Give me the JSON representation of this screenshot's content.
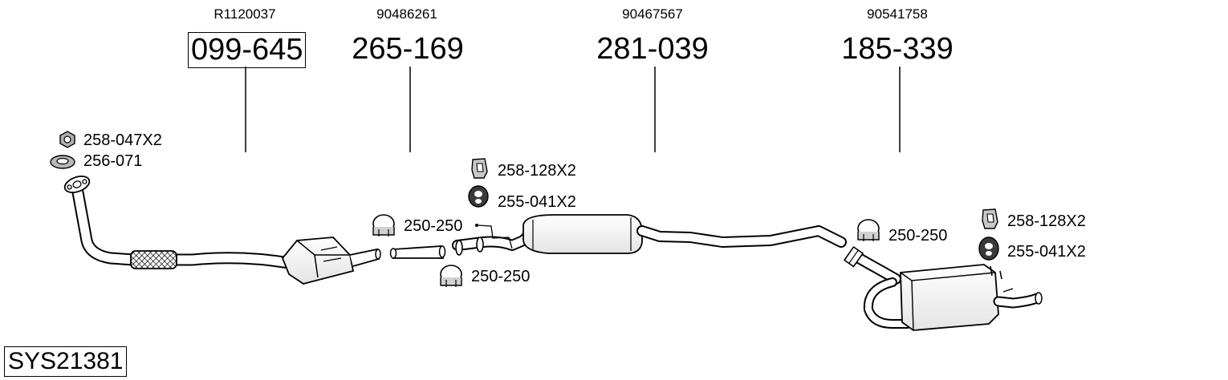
{
  "system_code": "SYS21381",
  "parts": [
    {
      "oem": "R1120037",
      "number": "099-645",
      "boxed": true
    },
    {
      "oem": "90486261",
      "number": "265-169",
      "boxed": false
    },
    {
      "oem": "90467567",
      "number": "281-039",
      "boxed": false
    },
    {
      "oem": "90541758",
      "number": "185-339",
      "boxed": false
    }
  ],
  "accessories": [
    {
      "label": "258-047X2",
      "icon": "nut-icon"
    },
    {
      "label": "256-071",
      "icon": "gasket-ring-icon"
    },
    {
      "label": "258-128X2",
      "icon": "bracket-icon"
    },
    {
      "label": "255-041X2",
      "icon": "rubber-hanger-icon"
    },
    {
      "label": "250-250",
      "icon": "clamp-icon"
    },
    {
      "label": "250-250",
      "icon": "clamp-icon"
    },
    {
      "label": "250-250",
      "icon": "clamp-icon"
    },
    {
      "label": "258-128X2",
      "icon": "bracket-icon"
    },
    {
      "label": "255-041X2",
      "icon": "rubber-hanger-icon"
    }
  ]
}
